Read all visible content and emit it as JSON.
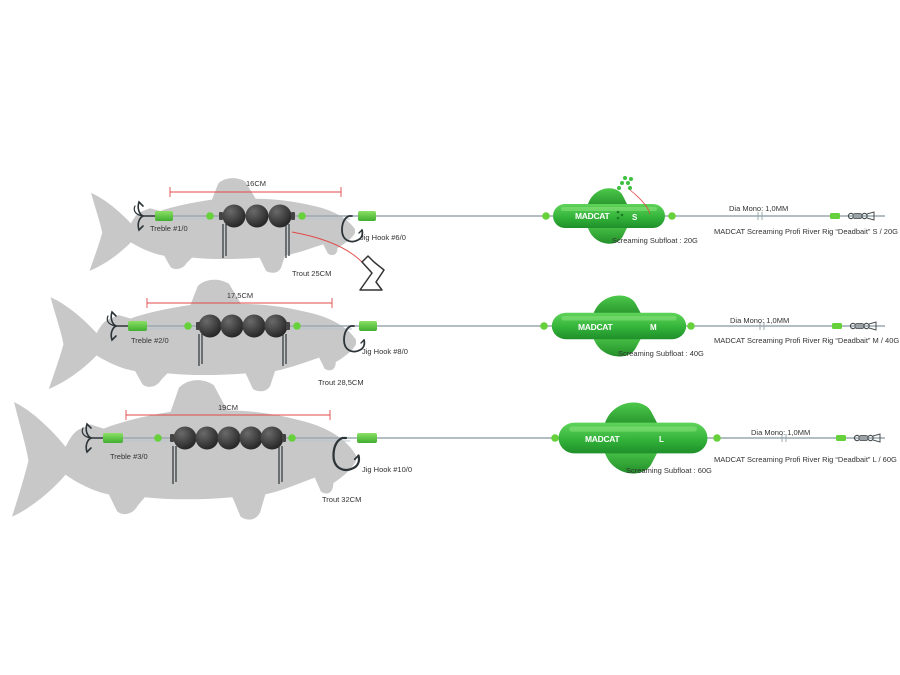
{
  "colors": {
    "fish": "#c8c8c8",
    "float_green": "#3fbf3f",
    "float_dark": "#1f8f2a",
    "bead_green": "#66d13a",
    "line": "#9aa8b0",
    "measure_red": "#e04848",
    "lead": "#2c2c2c"
  },
  "rigs": [
    {
      "measure": "16CM",
      "treble": "Treble #1/0",
      "jig": "Jig Hook #6/0",
      "trout": "Trout 25CM",
      "float_label": "Screaming Subfloat : 20G",
      "float_size": "S",
      "float_logo": "MADCAT",
      "dia": "Dia Mono: 1,0MM",
      "rig": "MADCAT Screaming Profi River Rig “Deadbait” S / 20G"
    },
    {
      "measure": "17,5CM",
      "treble": "Treble #2/0",
      "jig": "Jig Hook #8/0",
      "trout": "Trout 28,5CM",
      "float_label": "Screaming Subfloat : 40G",
      "float_size": "M",
      "float_logo": "MADCAT",
      "dia": "Dia Mono: 1,0MM",
      "rig": "MADCAT Screaming Profi River Rig “Deadbait” M / 40G"
    },
    {
      "measure": "19CM",
      "treble": "Treble #3/0",
      "jig": "Jig Hook #10/0",
      "trout": "Trout 32CM",
      "float_label": "Screaming Subfloat : 60G",
      "float_size": "L",
      "float_logo": "MADCAT",
      "dia": "Dia Mono: 1,0MM",
      "rig": "MADCAT Screaming Profi River Rig “Deadbait” L / 60G"
    }
  ]
}
